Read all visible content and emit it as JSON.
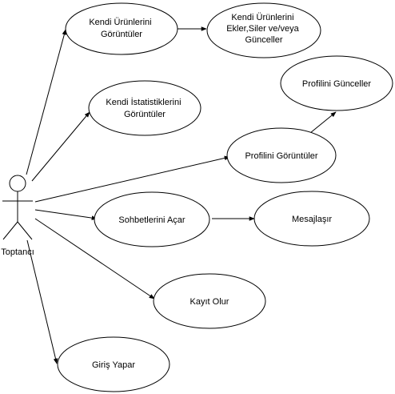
{
  "actor": {
    "label": "Toptancı"
  },
  "use_cases": {
    "view_products": {
      "lines": [
        "Kendi Ürünlerini",
        "Görüntüler"
      ]
    },
    "edit_products": {
      "lines": [
        "Kendi Ürünlerini",
        "Ekler,Siler ve/veya",
        "Günceller"
      ]
    },
    "view_stats": {
      "lines": [
        "Kendi İstatistiklerini",
        "Görüntüler"
      ]
    },
    "update_profile": {
      "lines": [
        "Profilini Günceller"
      ]
    },
    "view_profile": {
      "lines": [
        "Profilini Görüntüler"
      ]
    },
    "open_chats": {
      "lines": [
        "Sohbetlerini Açar"
      ]
    },
    "message": {
      "lines": [
        "Mesajlaşır"
      ]
    },
    "register": {
      "lines": [
        "Kayıt Olur"
      ]
    },
    "login": {
      "lines": [
        "Giriş Yapar"
      ]
    }
  }
}
